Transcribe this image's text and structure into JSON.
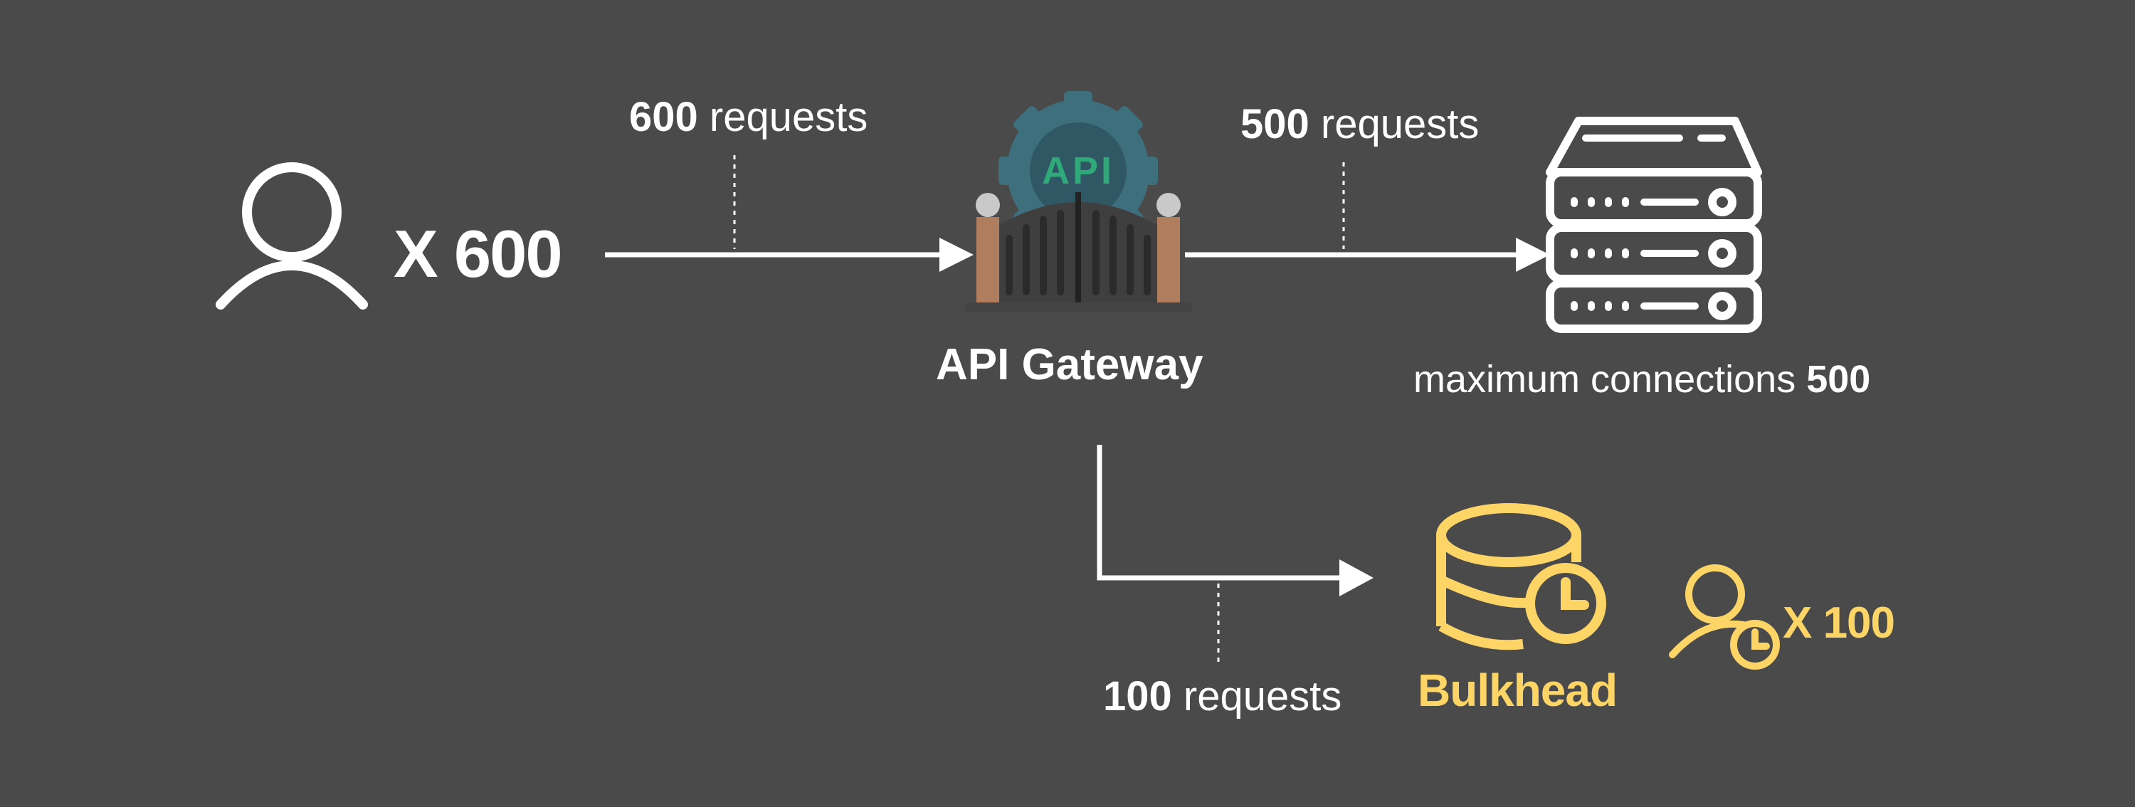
{
  "colors": {
    "background": "#4a4a4a",
    "foreground": "#ffffff",
    "accent": "#fdd566",
    "gear": "#3e6f7c",
    "api_text": "#2fa87a",
    "gate_bar": "#333333",
    "pillar": "#b07e5e",
    "pillar_cap": "#c9c9c9"
  },
  "icons": {
    "user": "user-icon",
    "gateway": "api-gateway-icon",
    "server": "server-rack-icon",
    "bulkhead": "database-clock-icon",
    "queued_users": "user-clock-icon"
  },
  "client": {
    "count_label": "X 600"
  },
  "edge_in": {
    "count": "600",
    "unit": "requests"
  },
  "gateway": {
    "logo_text": "API",
    "label": "API Gateway"
  },
  "edge_out": {
    "count": "500",
    "unit": "requests"
  },
  "server": {
    "caption_prefix": "maximum connections",
    "caption_value": "500"
  },
  "edge_overflow": {
    "count": "100",
    "unit": "requests"
  },
  "bulkhead": {
    "label": "Bulkhead",
    "queued_count_label": "X 100"
  }
}
